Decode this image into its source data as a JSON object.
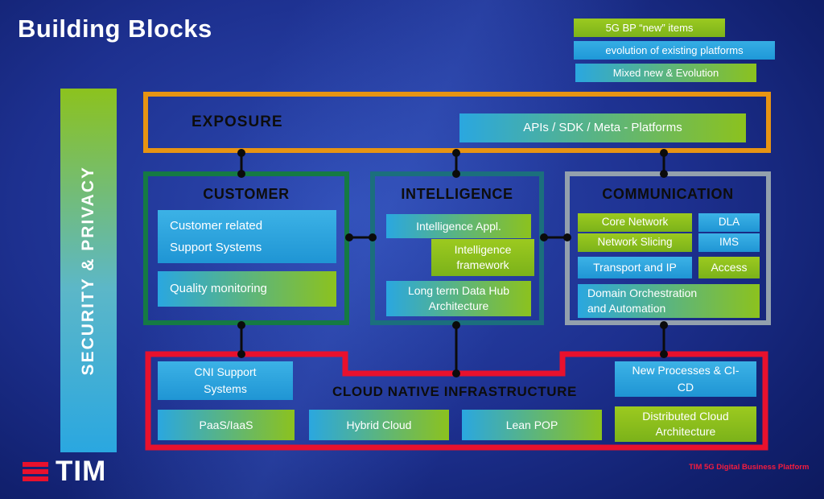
{
  "slide": {
    "title": "Building Blocks",
    "footer_caption": "TIM 5G Digital Business Platform",
    "logo_text": "TIM"
  },
  "legend": {
    "items": [
      {
        "label": "5G BP  “new” items",
        "type": "new"
      },
      {
        "label": "evolution of existing platforms",
        "type": "evolution"
      },
      {
        "label": "Mixed new & Evolution",
        "type": "mixed"
      }
    ]
  },
  "security": {
    "label": "SECURITY & PRIVACY"
  },
  "exposure": {
    "title": "EXPOSURE",
    "apis": "APIs / SDK / Meta - Platforms"
  },
  "customer": {
    "title": "CUSTOMER",
    "support_systems": "Customer related Support Systems",
    "quality_monitoring": "Quality monitoring"
  },
  "intelligence": {
    "title": "INTELLIGENCE",
    "appl": "Intelligence Appl.",
    "framework": "Intelligence framework",
    "data_hub": "Long term Data Hub Architecture"
  },
  "communication": {
    "title": "COMMUNICATION",
    "core_network": "Core Network",
    "dla": "DLA",
    "network_slicing": "Network Slicing",
    "ims": "IMS",
    "transport_ip": "Transport and IP",
    "access": "Access",
    "domain_orchestration": "Domain Orchestration and Automation"
  },
  "cloud": {
    "title": "CLOUD NATIVE INFRASTRUCTURE",
    "cni_support": "CNI Support Systems",
    "new_processes": "New Processes & CI-CD",
    "paas_iaas": "PaaS/IaaS",
    "hybrid_cloud": "Hybrid Cloud",
    "lean_pop": "Lean POP",
    "distributed_cloud": "Distributed Cloud Architecture"
  },
  "colors": {
    "new_item_green": "#8cc21e",
    "evolution_blue": "#2aa7e0",
    "mixed_gradient_start": "#2aa7e0",
    "mixed_gradient_end": "#8cc21e",
    "exposure_border": "#e79413",
    "customer_border": "#157a44",
    "intelligence_border": "#1b6f7d",
    "communication_border": "#93a0ad",
    "cloud_border": "#e8112d",
    "tim_red": "#e8112d",
    "background_blue": "#1d308f"
  }
}
